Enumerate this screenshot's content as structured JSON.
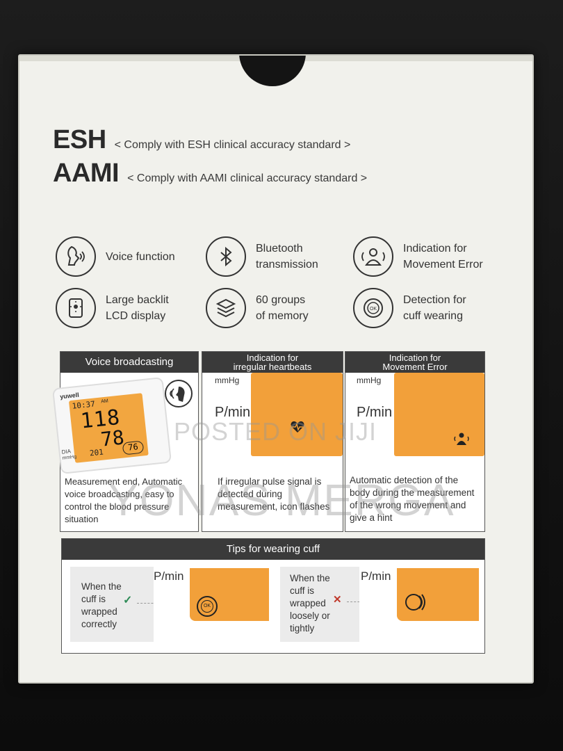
{
  "standards": [
    {
      "code": "ESH",
      "desc": "< Comply with ESH clinical accuracy standard >"
    },
    {
      "code": "AAMI",
      "desc": "< Comply with AAMI clinical accuracy standard >"
    }
  ],
  "features": [
    {
      "icon": "voice-icon",
      "label": "Voice function"
    },
    {
      "icon": "bluetooth-icon",
      "label": "Bluetooth\ntransmission"
    },
    {
      "icon": "movement-icon",
      "label": "Indication for\nMovement Error"
    },
    {
      "icon": "lcd-icon",
      "label": "Large backlit\nLCD display"
    },
    {
      "icon": "memory-icon",
      "label": "60 groups\nof memory"
    },
    {
      "icon": "cuff-ok-icon",
      "label": "Detection for\ncuff wearing"
    }
  ],
  "panels": {
    "voice": {
      "title": "Voice broadcasting",
      "brand": "yuwell",
      "time": "10:37",
      "ampm": "AM",
      "sys": "118",
      "dia": "78",
      "mem": "201",
      "pulse": "76",
      "dia_label": "DIA",
      "unit": "mmHg",
      "text": "Measurement end, Automatic voice broadcasting, easy to control the blood pressure situation"
    },
    "irregular": {
      "title_line1": "Indication for",
      "title_line2": "irregular heartbeats",
      "unit": "mmHg",
      "pulse_unit": "P/min",
      "text": "If irregular pulse signal is detected during measurement, icon flashes"
    },
    "movement": {
      "title_line1": "Indication for",
      "title_line2": "Movement Error",
      "unit": "mmHg",
      "pulse_unit": "P/min",
      "text": "Automatic detection of the body during the measurement of the wrong movement and give a hint"
    }
  },
  "tips": {
    "title": "Tips for wearing cuff",
    "correct": {
      "text": "When the\ncuff is\nwrapped\ncorrectly",
      "pulse_unit": "P/min",
      "ok_label": "OK"
    },
    "wrong": {
      "text": "When the\ncuff is\nwrapped\nloosely or\ntightly",
      "pulse_unit": "P/min"
    }
  },
  "watermark": {
    "line1": "POSTED ON JIJI",
    "line2": "YONAS MERGA"
  },
  "colors": {
    "lcd_orange": "#f2a03a",
    "header_dark": "#3a3a3a",
    "box_white": "#f1f1ec",
    "check_green": "#2e8b57",
    "cross_red": "#c0392b"
  }
}
